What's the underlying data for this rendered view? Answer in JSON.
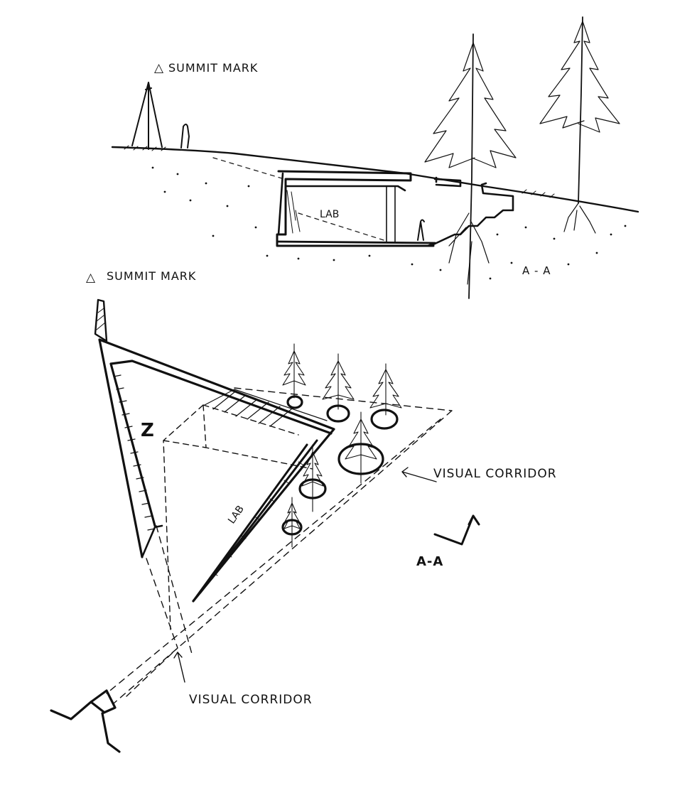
{
  "section": {
    "summit_label": "SUMMIT MARK",
    "room_label": "LAB",
    "section_tag": "A - A"
  },
  "plan": {
    "summit_label": "SUMMIT MARK",
    "room_label": "LAB",
    "corridor_right_label": "VISUAL CORRIDOR",
    "corridor_bottom_label": "VISUAL CORRIDOR",
    "section_tag": "A-A",
    "north_mark": "Z"
  }
}
